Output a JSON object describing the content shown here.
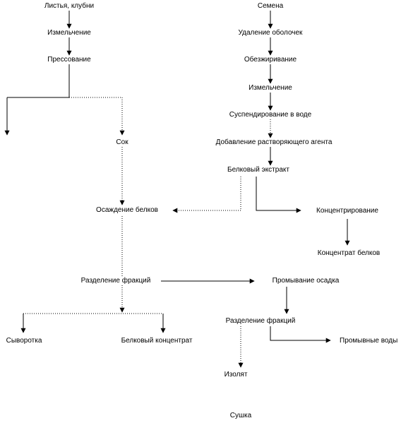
{
  "nodes": {
    "leaves": "Листья, клубни",
    "grind1": "Измельчение",
    "press": "Прессование",
    "juice": "Сок",
    "precip": "Осаждение белков",
    "sep1": "Разделение фракций",
    "whey": "Сыворотка",
    "conc1": "Белковый концентрат",
    "seeds": "Семена",
    "dehull": "Удаление оболочек",
    "defat": "Обезжиривание",
    "grind2": "Измельчение",
    "suspend": "Суспендирование в воде",
    "solvent": "Добавление растворяющего агента",
    "extract": "Белковый экстракт",
    "concentrate": "Концентрирование",
    "conc2": "Концентрат белков",
    "wash": "Промывание осадка",
    "sep2": "Разделение фракций",
    "washwater": "Промывные воды",
    "isolate": "Изолят",
    "dry": "Сушка"
  },
  "colors": {
    "line": "#000000",
    "text": "#000000",
    "background": "#ffffff"
  }
}
